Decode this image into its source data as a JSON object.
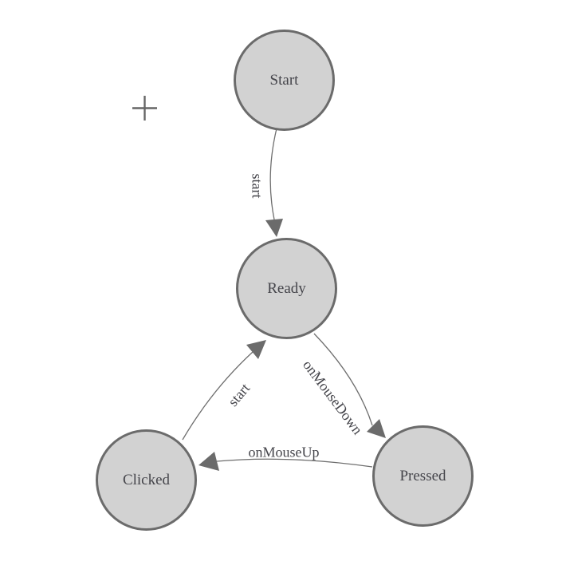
{
  "diagram": {
    "type": "finite-state-machine",
    "colors": {
      "background": "#ffffff",
      "node_fill": "#d2d2d2",
      "node_border": "#6b6b6b",
      "edge_stroke": "#6e6e6e",
      "text": "#45454b"
    },
    "nodes": [
      {
        "id": "start",
        "label": "Start"
      },
      {
        "id": "ready",
        "label": "Ready"
      },
      {
        "id": "clicked",
        "label": "Clicked"
      },
      {
        "id": "pressed",
        "label": "Pressed"
      }
    ],
    "edges": [
      {
        "from": "start",
        "to": "ready",
        "label": "start"
      },
      {
        "from": "ready",
        "to": "pressed",
        "label": "onMouseDown"
      },
      {
        "from": "pressed",
        "to": "clicked",
        "label": "onMouseUp"
      },
      {
        "from": "clicked",
        "to": "ready",
        "label": "start"
      }
    ],
    "cursor_icon": "crosshair"
  }
}
